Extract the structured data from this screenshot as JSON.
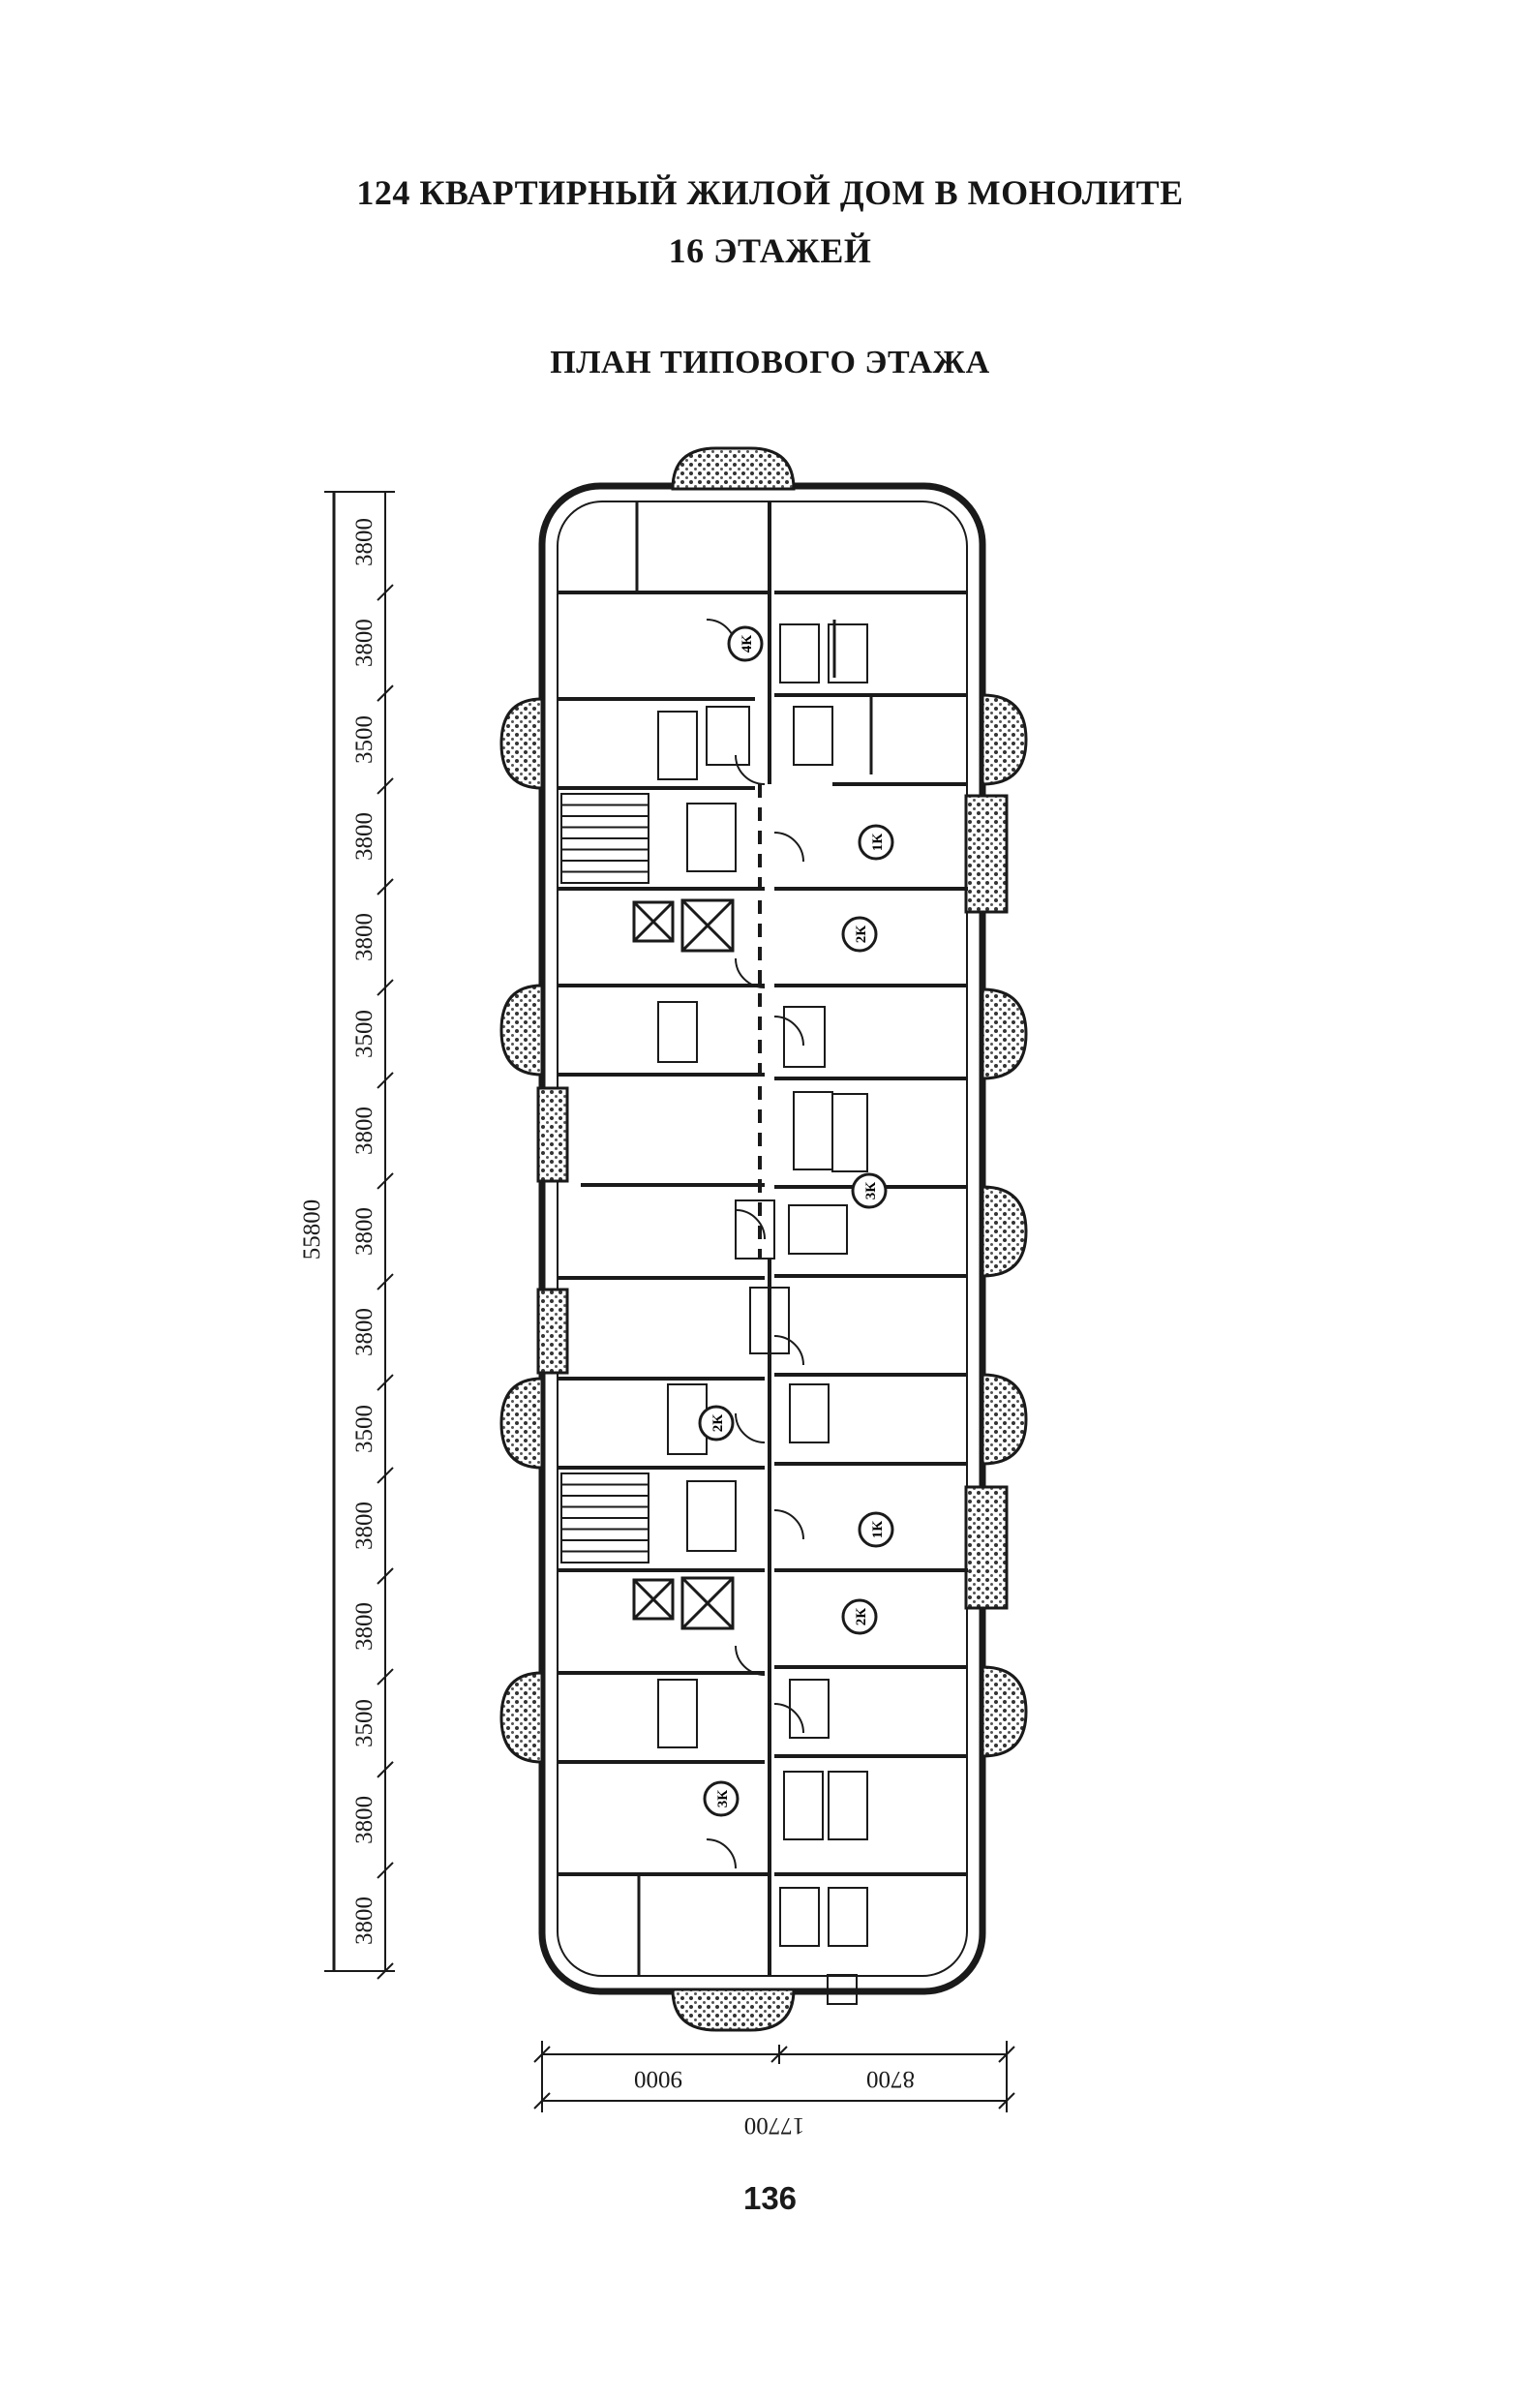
{
  "document": {
    "title_line1": "124 КВАРТИРНЫЙ ЖИЛОЙ ДОМ В МОНОЛИТЕ",
    "title_line2": "16 ЭТАЖЕЙ",
    "subtitle": "ПЛАН ТИПОВОГО ЭТАЖА",
    "page_number": "136"
  },
  "plan": {
    "overall_length": "55800",
    "module_dimensions": [
      "3800",
      "3800",
      "3500",
      "3800",
      "3800",
      "3500",
      "3800",
      "3800",
      "3800",
      "3500",
      "3800",
      "3800",
      "3500",
      "3800",
      "3800"
    ],
    "overall_width": "17700",
    "width_dimensions": [
      "9000",
      "8700"
    ],
    "apartment_tags": [
      "4К",
      "1К",
      "2К",
      "3К",
      "2К",
      "1К",
      "2К",
      "3К"
    ]
  },
  "colors": {
    "ink": "#1a1a1a",
    "paper": "#ffffff"
  }
}
